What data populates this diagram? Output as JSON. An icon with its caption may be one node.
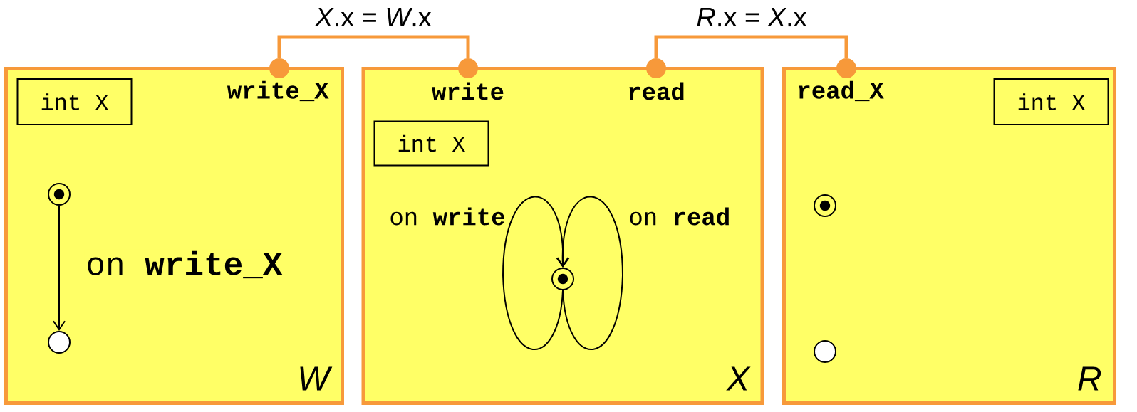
{
  "diagram": {
    "nodes": [
      {
        "text": [
          "W"
        ]
      },
      {
        "text": [
          "int X"
        ],
        "in": 0
      },
      {
        "text": [],
        "shape": "circle",
        "beside": [
          "write_X"
        ]
      },
      {
        "text": [],
        "shape": "circle",
        "in": 0
      },
      {
        "text": [],
        "shape": "circle",
        "in": 0
      },
      {
        "text": [
          "X"
        ]
      },
      {
        "text": [],
        "shape": "circle",
        "beside": [
          "write"
        ]
      },
      {
        "text": [],
        "shape": "circle",
        "beside": [
          "read"
        ]
      },
      {
        "text": [
          "int X"
        ],
        "in": 5
      },
      {
        "text": [],
        "shape": "circle",
        "in": 5
      },
      {
        "text": [
          "R"
        ]
      },
      {
        "text": [],
        "shape": "circle",
        "beside": [
          "read_X"
        ]
      },
      {
        "text": [
          "int X"
        ],
        "in": 10
      },
      {
        "text": [],
        "shape": "circle",
        "in": 10
      },
      {
        "text": [],
        "shape": "circle",
        "in": 10
      }
    ],
    "edges": [
      {
        "from": 2,
        "to": 6,
        "arrow": "none",
        "label": "*X*.x = *W*.x",
        "color": "#f7993a",
        "style": "thick"
      },
      {
        "from": 7,
        "to": 11,
        "arrow": "none",
        "label": "*R*.x = *X*.x",
        "color": "#f7993a",
        "style": "thick"
      },
      {
        "from": 3,
        "to": 4,
        "arrow": "to",
        "label": "on **write_X**"
      },
      {
        "from": 9,
        "to": 9,
        "arrow": "to",
        "label": "on **write**"
      },
      {
        "from": 9,
        "to": 9,
        "arrow": "to",
        "label": "on **read**"
      }
    ]
  }
}
